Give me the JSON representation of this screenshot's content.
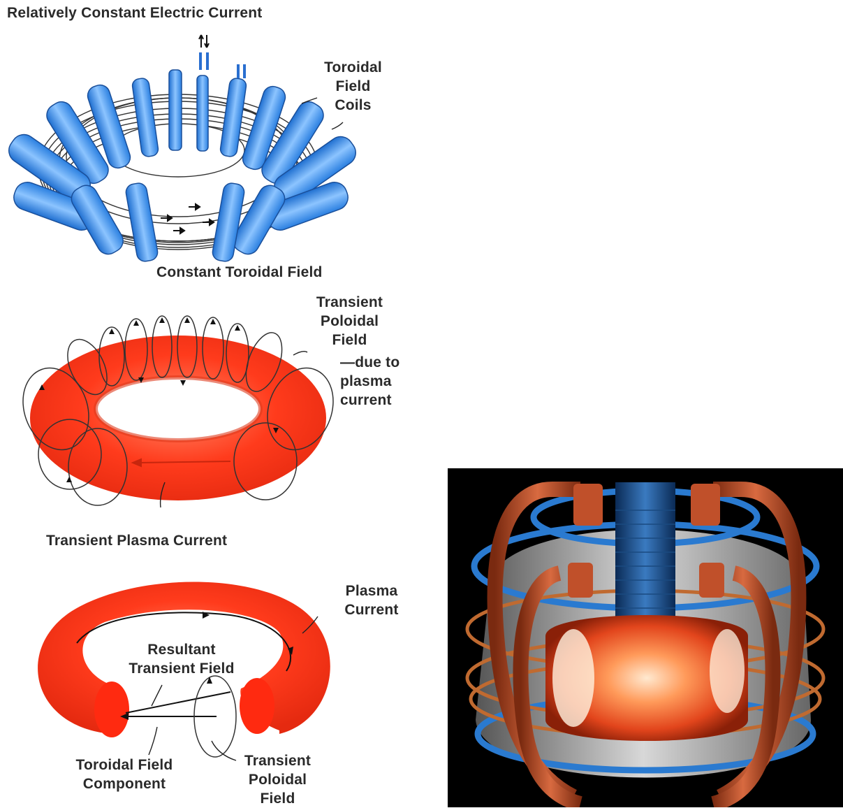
{
  "diagram1": {
    "title": "Relatively Constant Electric Current",
    "coils_label": [
      "Toroidal",
      "Field",
      "Coils"
    ],
    "bottom_label": "Constant Toroidal Field"
  },
  "diagram2": {
    "poloidal_label": [
      "Transient",
      "Poloidal",
      "Field"
    ],
    "due_label": [
      "—due to",
      "plasma",
      "current"
    ],
    "bottom_label": "Transient Plasma Current"
  },
  "diagram3": {
    "plasma_label": [
      "Plasma",
      "Current"
    ],
    "resultant_label": [
      "Resultant",
      "Transient Field"
    ],
    "toroidal_label": [
      "Toroidal Field",
      "Component"
    ],
    "poloidal_label": [
      "Transient",
      "Poloidal",
      "Field"
    ]
  },
  "colors": {
    "coil_blue": "#3a8fe0",
    "plasma_red": "#ff3a1a",
    "copper": "#c0502a",
    "photo_bg": "#000000"
  }
}
